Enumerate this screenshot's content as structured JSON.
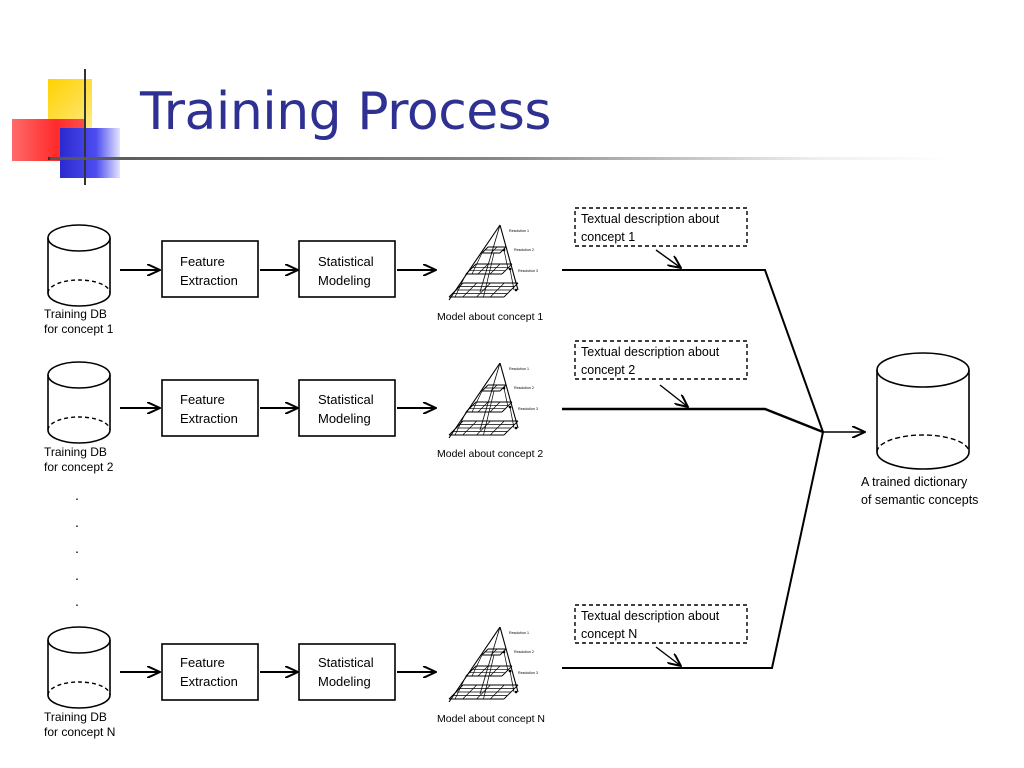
{
  "slide": {
    "title": "Training Process"
  },
  "rows": [
    {
      "db_label_line1": "Training DB",
      "db_label_line2": "for concept 1",
      "feature_line1": "Feature",
      "feature_line2": "Extraction",
      "stat_line1": "Statistical",
      "stat_line2": "Modeling",
      "model_caption": "Model about concept 1",
      "text_desc_line1": "Textual description about",
      "text_desc_line2": "concept 1"
    },
    {
      "db_label_line1": "Training DB",
      "db_label_line2": "for concept 2",
      "feature_line1": "Feature",
      "feature_line2": "Extraction",
      "stat_line1": "Statistical",
      "stat_line2": "Modeling",
      "model_caption": "Model about concept 2",
      "text_desc_line1": "Textual description about",
      "text_desc_line2": "concept 2"
    },
    {
      "db_label_line1": "Training DB",
      "db_label_line2": "for concept N",
      "feature_line1": "Feature",
      "feature_line2": "Extraction",
      "stat_line1": "Statistical",
      "stat_line2": "Modeling",
      "model_caption": "Model about concept N",
      "text_desc_line1": "Textual description about",
      "text_desc_line2": "concept N"
    }
  ],
  "pyramid_labels": {
    "level1": "Resolution 1",
    "level2": "Resolution 2",
    "level3": "Resolution 3"
  },
  "ellipsis_dots": [
    ".",
    ".",
    ".",
    ".",
    "."
  ],
  "dictionary": {
    "line1": "A trained dictionary",
    "line2": "of semantic concepts"
  },
  "colors": {
    "title": "#2e3192",
    "deco_yellow": "#ffd200",
    "deco_red": "#ff3030",
    "deco_blue": "#3a3ae0"
  }
}
